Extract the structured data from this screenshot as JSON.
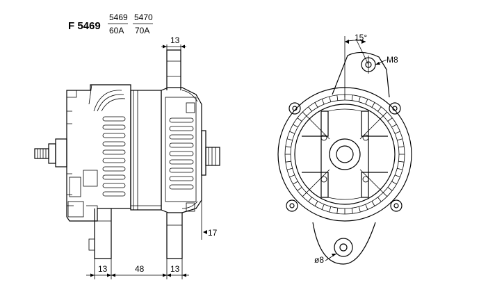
{
  "title": {
    "model": "F 5469",
    "variants": [
      {
        "number": "5469",
        "rating": "60A"
      },
      {
        "number": "5470",
        "rating": "70A"
      }
    ]
  },
  "side_view": {
    "dimensions": {
      "top_lug_width": "13",
      "bottom_left_lug": "13",
      "lug_spacing": "48",
      "bottom_right_lug": "13",
      "shaft_offset": "17"
    }
  },
  "front_view": {
    "dimensions": {
      "angle": "15°",
      "top_bolt": "M8",
      "bottom_hole": "ø8"
    }
  }
}
